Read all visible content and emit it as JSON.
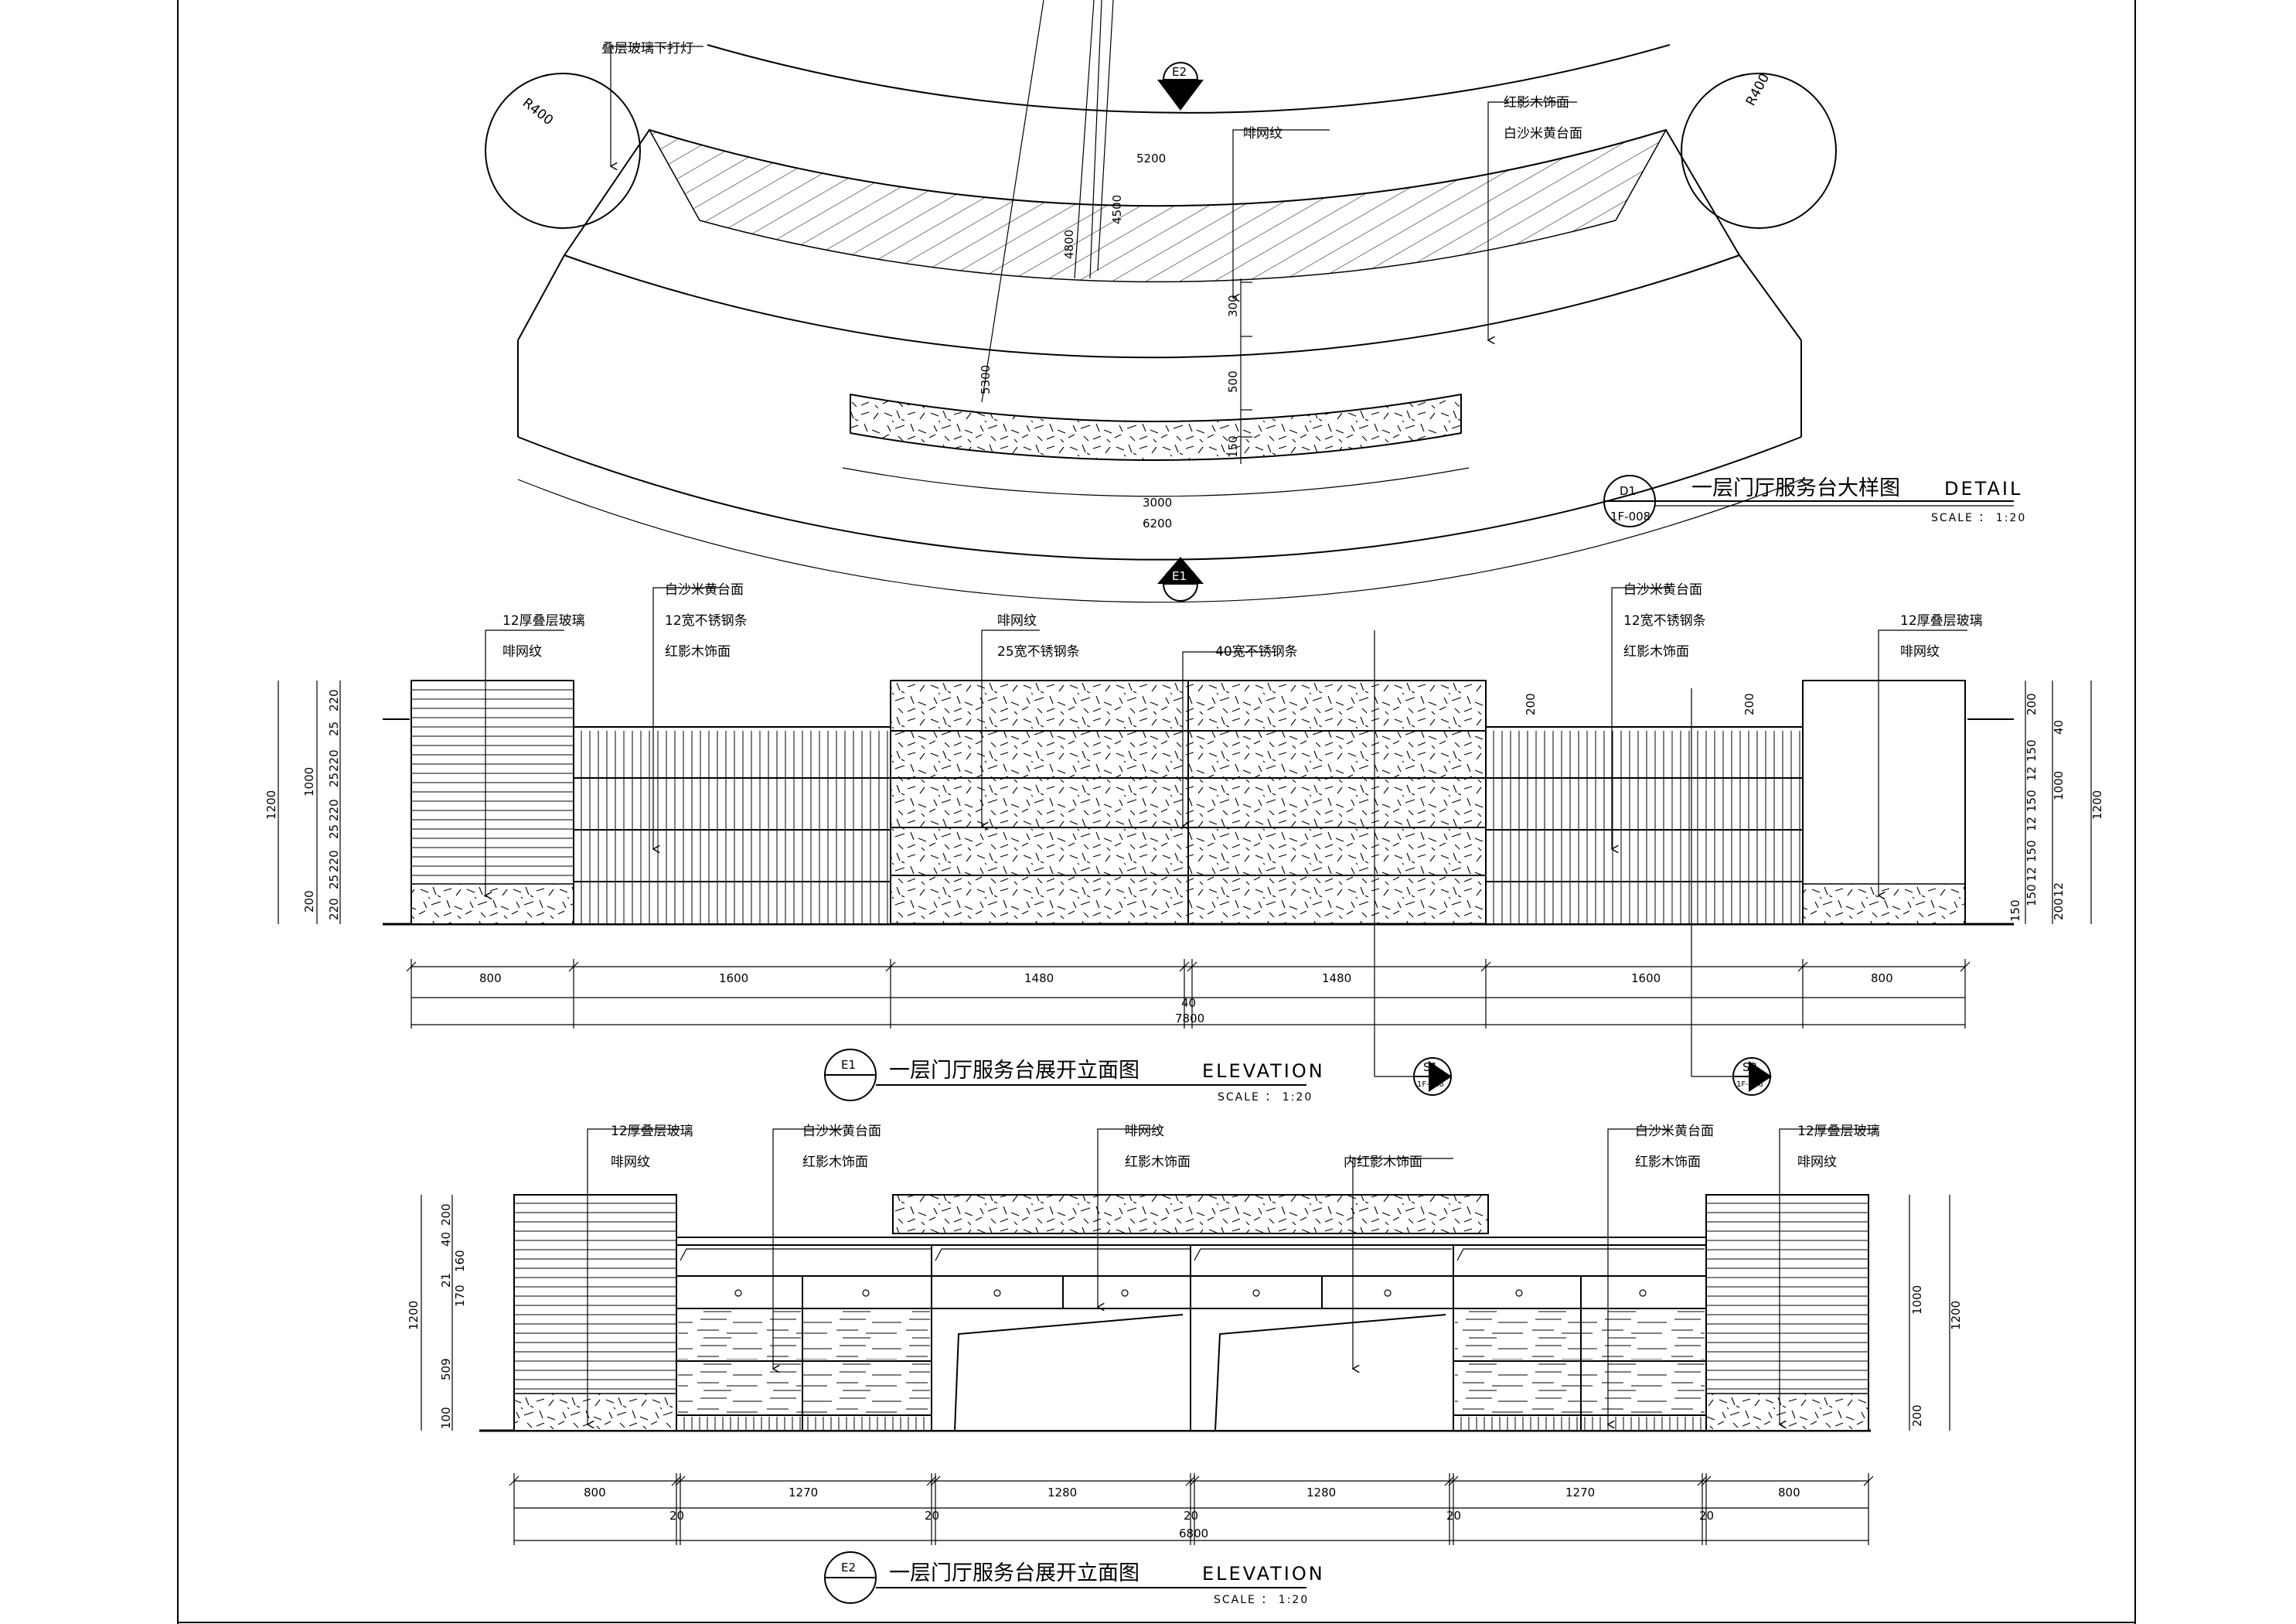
{
  "plan_d1": {
    "title": "一层门厅服务台大样图",
    "title_en": "DETAIL",
    "scale": "SCALE ： 1:20",
    "tag": "D1",
    "sheet_ref": "1F-008",
    "labels": {
      "glass_light": "叠层玻璃下打灯",
      "fabric": "啡网纹",
      "redwood": "红影木饰面",
      "beige_top": "白沙米黄台面"
    },
    "radius_left": "R400",
    "radius_right": "R400",
    "elevation_mark": "E2",
    "dims": {
      "d5200": "5200",
      "d4500": "4500",
      "d4800": "4800",
      "d5300": "5300",
      "d300": "300",
      "d500": "500",
      "d150": "150",
      "d3000": "3000",
      "d6200": "6200"
    }
  },
  "elev_e1": {
    "mark": "E1",
    "title": "一层门厅服务台展开立面图",
    "title_en": "ELEVATION",
    "scale": "SCALE ： 1:20",
    "labels": {
      "glass12": "12厚叠层玻璃",
      "fabric": "啡网纹",
      "beige_top": "白沙米黄台面",
      "steel12": "12宽不锈钢条",
      "redwood": "红影木饰面",
      "fabric_mid": "啡网纹",
      "steel25": "25宽不锈钢条",
      "steel40": "40宽不锈钢条",
      "beige_top_r": "白沙米黄台面",
      "steel12_r": "12宽不锈钢条",
      "redwood_r": "红影木饰面",
      "glass12_r": "12厚叠层玻璃",
      "fabric_r": "啡网纹"
    },
    "bottom_dims": [
      "800",
      "1600",
      "1480",
      "1480",
      "1600",
      "800"
    ],
    "dim_gap": "40",
    "dim_total": "7800",
    "left_dims": {
      "h1200": "1200",
      "h1000": "1000",
      "h200": "200",
      "r1": "220",
      "r2": "25",
      "r3": "220",
      "r4": "25",
      "r5": "220",
      "r6": "25",
      "r7": "220",
      "r8": "25",
      "r9": "220"
    },
    "right_dims": {
      "h1200": "1200",
      "h1000": "1000",
      "a": "200",
      "b": "40",
      "c": "150",
      "d": "12",
      "e": "150",
      "f": "12",
      "g": "150",
      "h": "12",
      "i": "150",
      "j": "12",
      "k": "150",
      "l": "200"
    },
    "inner_dims": {
      "l200": "200",
      "r200": "200"
    },
    "section_s1": {
      "tag": "S1",
      "ref": "1F-016"
    },
    "section_s2": {
      "tag": "S2",
      "ref": "1F-016"
    }
  },
  "elev_e2": {
    "mark": "E2",
    "title": "一层门厅服务台展开立面图",
    "title_en": "ELEVATION",
    "scale": "SCALE ： 1:20",
    "labels": {
      "glass12": "12厚叠层玻璃",
      "fabric": "啡网纹",
      "beige_top": "白沙米黄台面",
      "redwood": "红影木饰面",
      "fabric_mid": "啡网纹",
      "redwood_mid": "红影木饰面",
      "inner_redwood": "内红影木饰面",
      "beige_top_r": "白沙米黄台面",
      "redwood_r": "红影木饰面",
      "glass12_r": "12厚叠层玻璃",
      "fabric_r": "啡网纹"
    },
    "bottom_dims": [
      "800",
      "1270",
      "1280",
      "1280",
      "1270",
      "800"
    ],
    "gap_dims": [
      "20",
      "20",
      "20",
      "20",
      "20"
    ],
    "dim_total": "6800",
    "left_dims": {
      "h1200": "1200",
      "a": "200",
      "b": "40",
      "c": "160",
      "d": "21",
      "e": "170",
      "f": "509",
      "g": "100"
    },
    "right_dims": {
      "h1200": "1200",
      "h1000": "1000",
      "h200": "200"
    }
  }
}
